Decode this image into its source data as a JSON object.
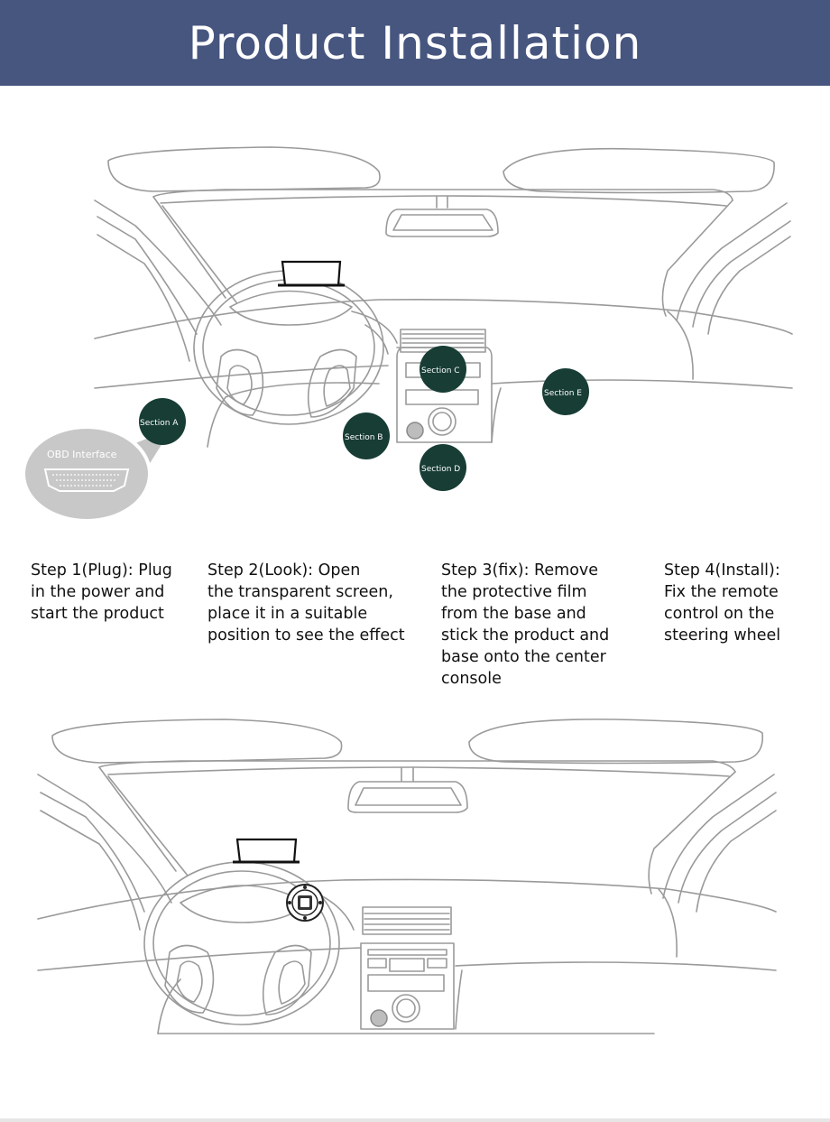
{
  "header": {
    "title": "Product Installation",
    "color": "#47567f"
  },
  "diagram_top": {
    "obd_label": "OBD Interface",
    "sections": [
      {
        "label": "Section A"
      },
      {
        "label": "Section B"
      },
      {
        "label": "Section C"
      },
      {
        "label": "Section D"
      },
      {
        "label": "Section E"
      }
    ],
    "marker_color": "#173d35"
  },
  "steps": [
    {
      "text": "Step 1(Plug): Plug\nin the power and\nstart the product"
    },
    {
      "text": "Step 2(Look): Open\nthe transparent screen,\nplace it in a suitable\nposition to see the effect"
    },
    {
      "text": "Step 3(fix): Remove\nthe protective film\nfrom the base and\nstick the product and\nbase onto the center\nconsole"
    },
    {
      "text": "Step 4(Install):\nFix the remote\ncontrol on the\nsteering wheel"
    }
  ]
}
